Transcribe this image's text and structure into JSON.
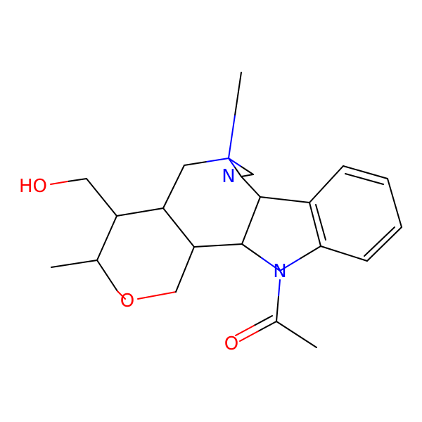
{
  "atoms": {
    "ho": "HO",
    "o_ring": "O",
    "o_carbonyl": "O",
    "n_amine": "N",
    "n_indole": "N"
  },
  "colors": {
    "bond": "#000000",
    "oxygen": "#ff0000",
    "nitrogen": "#0000ff",
    "background": "#ffffff"
  }
}
